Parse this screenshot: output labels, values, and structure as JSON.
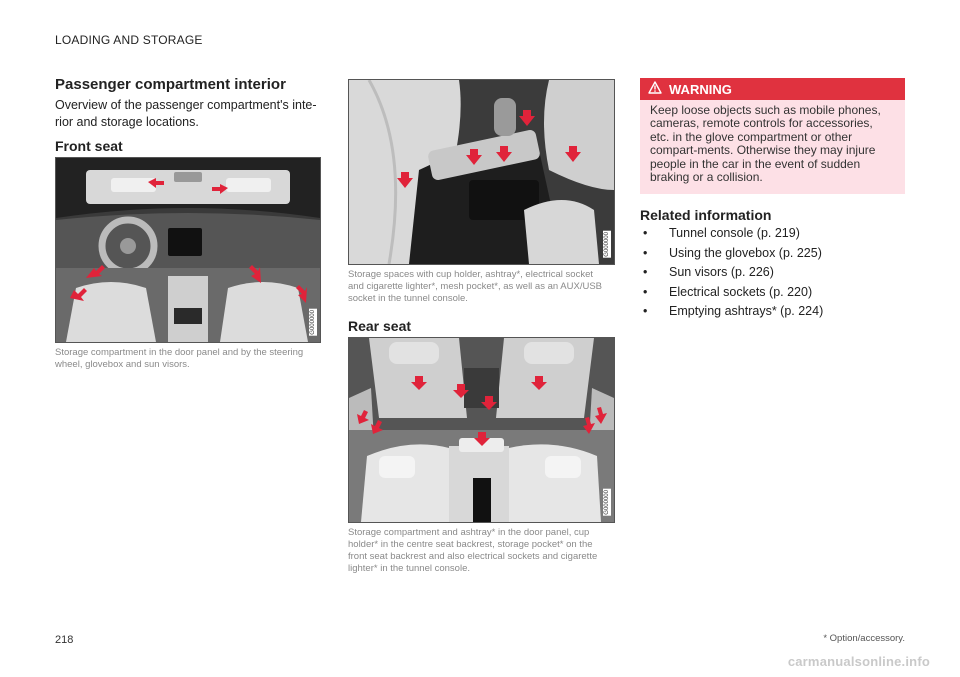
{
  "header": {
    "section_title": "LOADING AND STORAGE"
  },
  "main": {
    "title": "Passenger compartment interior",
    "intro": "Overview of the passenger compartment's inte-rior and storage locations.",
    "front_seat": {
      "heading": "Front seat",
      "figure_code": "G000000",
      "caption": "Storage compartment in the door panel and by the steering wheel, glovebox and sun visors."
    },
    "tunnel": {
      "figure_code": "G000000",
      "caption": "Storage spaces with cup holder, ashtray*, electrical socket and cigarette lighter*, mesh pocket*, as well as an AUX/USB socket in the tunnel console."
    },
    "rear_seat": {
      "heading": "Rear seat",
      "figure_code": "G000000",
      "caption": "Storage compartment and ashtray* in the door panel, cup holder* in the centre seat backrest, storage pocket* on the front seat backrest and also electrical sockets and cigarette lighter* in the tunnel console."
    }
  },
  "warning": {
    "title": "WARNING",
    "text": "Keep loose objects such as mobile phones, cameras, remote controls for accessories, etc. in the glove compartment or other compart-ments. Otherwise they may injure people in the car in the event of sudden braking or a collision.",
    "accent_color": "#e0323f",
    "background_color": "#fde0e6",
    "icon": "warning-triangle-icon"
  },
  "related": {
    "title": "Related information",
    "items": [
      "Tunnel console (p. 219)",
      "Using the glovebox (p. 225)",
      "Sun visors (p. 226)",
      "Electrical sockets (p. 220)",
      "Emptying ashtrays* (p. 224)"
    ]
  },
  "footer": {
    "page_number": "218",
    "footnote": "* Option/accessory.",
    "watermark": "carmanualsonline.info"
  },
  "colors": {
    "arrow": "#e0233a"
  }
}
